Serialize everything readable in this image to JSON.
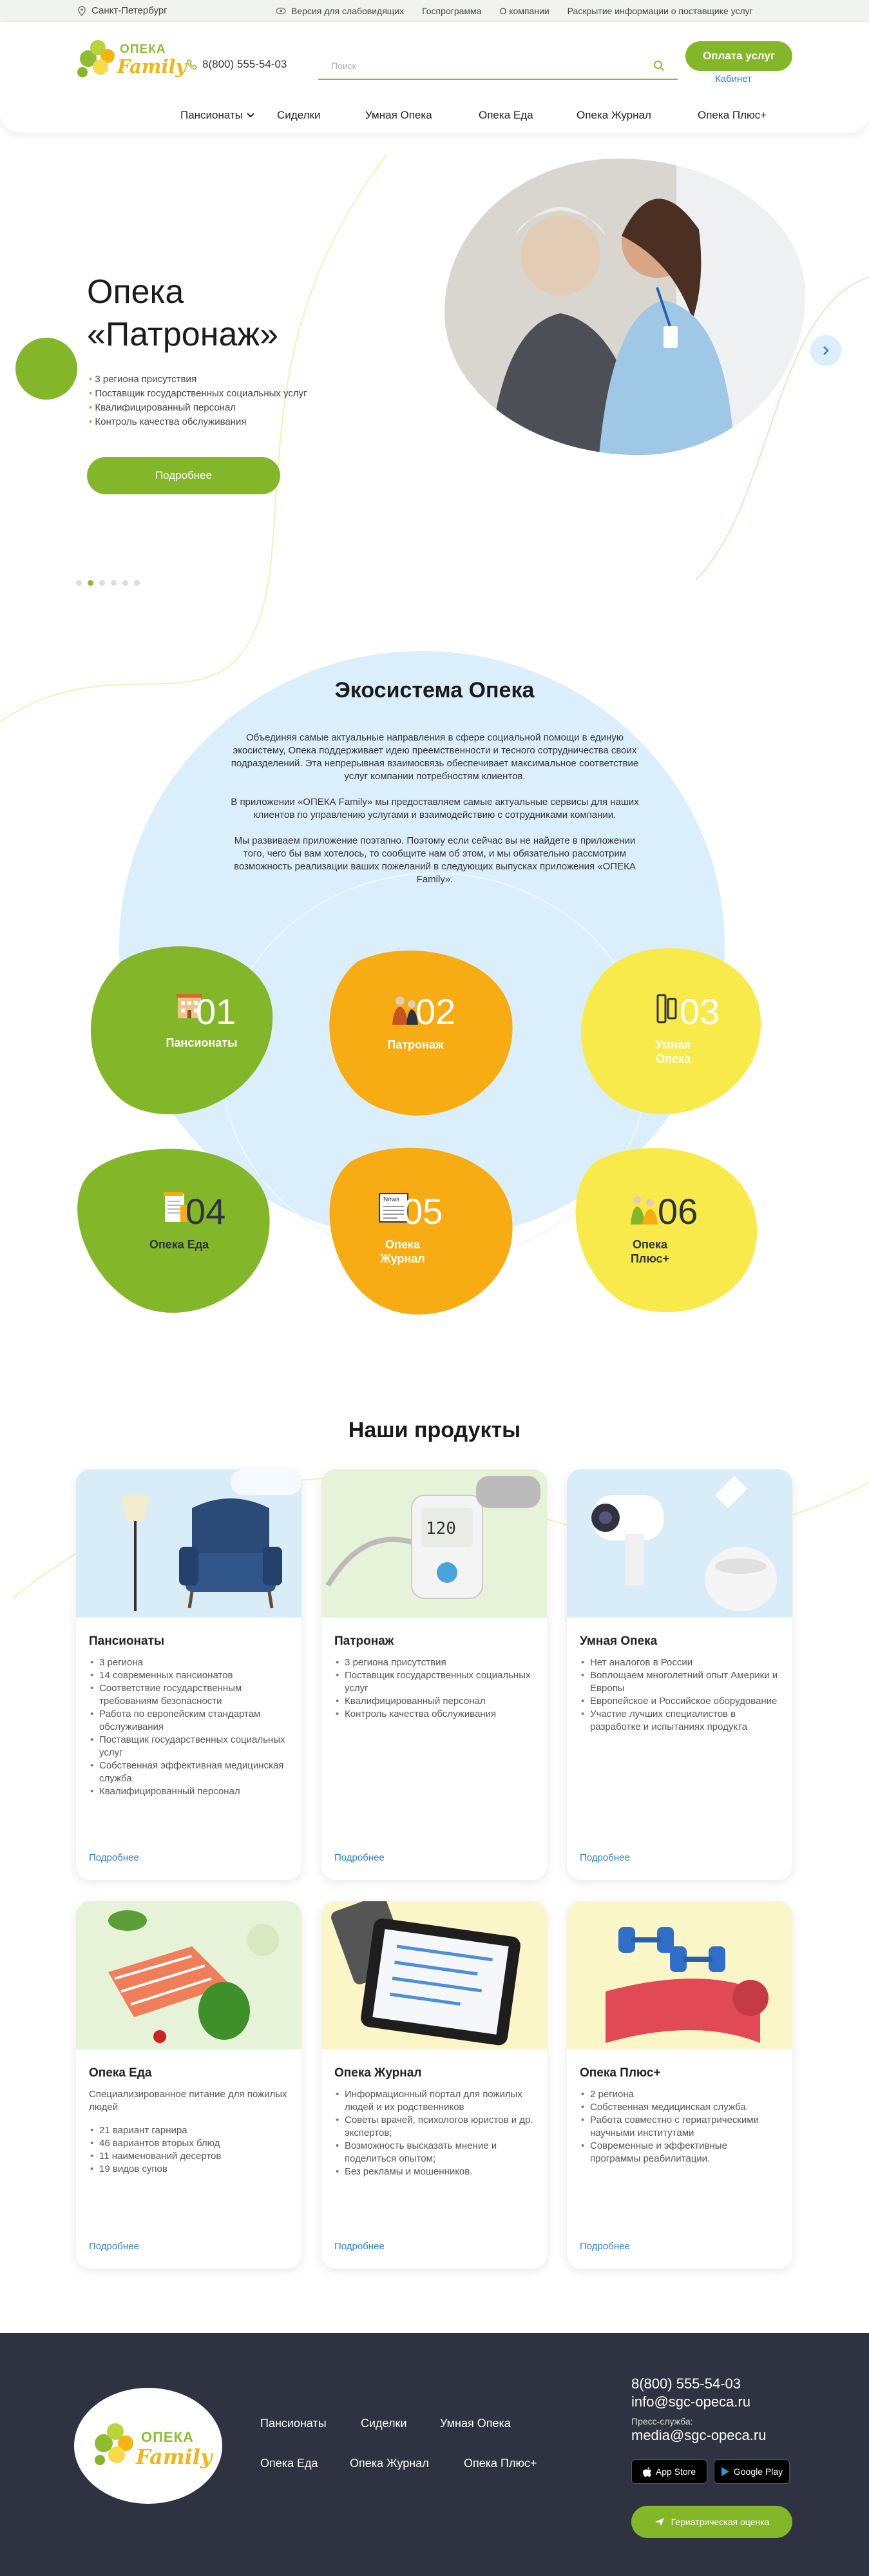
{
  "topbar": {
    "city": "Санкт-Петербург",
    "links": [
      "Версия для слабовидящих",
      "Госпрограмма",
      "О компании",
      "Раскрытие информации о поставщике услуг"
    ]
  },
  "header": {
    "logo_top": "ОПЕКА",
    "logo_bottom": "Family",
    "phone": "8(800) 555-54-03",
    "search_placeholder": "Поиск",
    "pay_button": "Оплата услуг",
    "cabinet": "Кабинет",
    "nav": [
      "Пансионаты",
      "Сиделки",
      "Умная Опека",
      "Опека Еда",
      "Опека Журнал",
      "Опека Плюс+"
    ]
  },
  "hero": {
    "title_line1": "Опека",
    "title_line2": "«Патронаж»",
    "bullets": [
      "3 региона присутствия",
      "Поставщик государственных социальных услуг",
      "Квалифицированный персонал",
      "Контроль качества обслуживания"
    ],
    "button": "Подробнее",
    "slides": 6,
    "active_slide": 2
  },
  "ecosystem": {
    "title": "Экосистема Опека",
    "paragraphs": [
      "Объединяя самые актуальные направления в сфере социальной помощи в единую экосистему, Опека поддерживает идею преемственности и тесного сотрудничества своих подразделений. Эта непрерывная взаимосвязь обеспечивает максимальное соответствие услуг компании потребностям клиентов.",
      "В приложении «ОПЕКА Family» мы предоставляем самые актуальные сервисы для наших клиентов по управлению услугами и взаимодействию с сотрудниками компании.",
      "Мы развиваем приложение поэтапно. Поэтому если сейчас вы не найдете в приложении того, чего бы вам хотелось, то сообщите нам об этом, и мы обязательно рассмотрим возможность реализации ваших пожеланий в следующих выпусках приложения «ОПЕКА Family»."
    ],
    "items": [
      {
        "num": "01",
        "label": "Пансионаты",
        "color": "#84b62a"
      },
      {
        "num": "02",
        "label": "Патронаж",
        "color": "#f6ac12"
      },
      {
        "num": "03",
        "label": "Умная Опека",
        "color": "#f8ea4a"
      },
      {
        "num": "04",
        "label": "Опека Еда",
        "color": "#84b62a"
      },
      {
        "num": "05",
        "label": "Опека Журнал",
        "color": "#f6ac12"
      },
      {
        "num": "06",
        "label": "Опека Плюс+",
        "color": "#f8ea4a"
      }
    ]
  },
  "products": {
    "title": "Наши продукты",
    "more": "Подробнее",
    "cards": [
      {
        "title": "Пансионаты",
        "sub": "",
        "items": [
          "3 региона",
          "14 современных пансионатов",
          "Соответствие государственным требованиям безопасности",
          "Работа по европейским стандартам обслуживания",
          "Поставщик государственных социальных услуг",
          "Собственная эффективная медицинская служба",
          "Квалифицированный персонал"
        ]
      },
      {
        "title": "Патронаж",
        "sub": "",
        "items": [
          "3 региона присутствия",
          "Поставщик государственных социальных услуг",
          "Квалифицированный персонал",
          "Контроль качества обслуживания"
        ]
      },
      {
        "title": "Умная Опека",
        "sub": "",
        "items": [
          "Нет аналогов в России",
          "Воплощаем многолетний опыт Америки и Европы",
          "Европейское и Российское оборудование",
          "Участие лучших специалистов в разработке и испытаниях продукта"
        ]
      },
      {
        "title": "Опека Еда",
        "sub": "Специализированное питание для пожилых людей",
        "items": [
          "21 вариант гарнира",
          "46 вариантов вторых блюд",
          "11 наименований десертов",
          "19 видов супов"
        ]
      },
      {
        "title": "Опека Журнал",
        "sub": "",
        "items": [
          "Информационный портал для пожилых людей и их родственников",
          "Советы врачей, психологов юристов и др. экспертов;",
          "Возможность высказать мнение и поделиться опытом;",
          "Без рекламы и мошенников."
        ]
      },
      {
        "title": "Опека Плюс+",
        "sub": "",
        "items": [
          "2 региона",
          "Собственная медицинская служба",
          "Работа совместно с гериатрическими научными институтами",
          "Современные и эффективные программы реабилитации."
        ]
      }
    ]
  },
  "footer": {
    "nav_row1": [
      "Пансионаты",
      "Сиделки",
      "Умная Опека"
    ],
    "nav_row2": [
      "Опека Еда",
      "Опека Журнал",
      "Опека Плюс+"
    ],
    "phone": "8(800) 555-54-03",
    "email": "info@sgc-opeca.ru",
    "press_label": "Пресс-служба:",
    "press_email": "media@sgc-opeca.ru",
    "appstore": "App Store",
    "googleplay": "Google Play",
    "geriatric": "Гериатрическая оценка"
  }
}
